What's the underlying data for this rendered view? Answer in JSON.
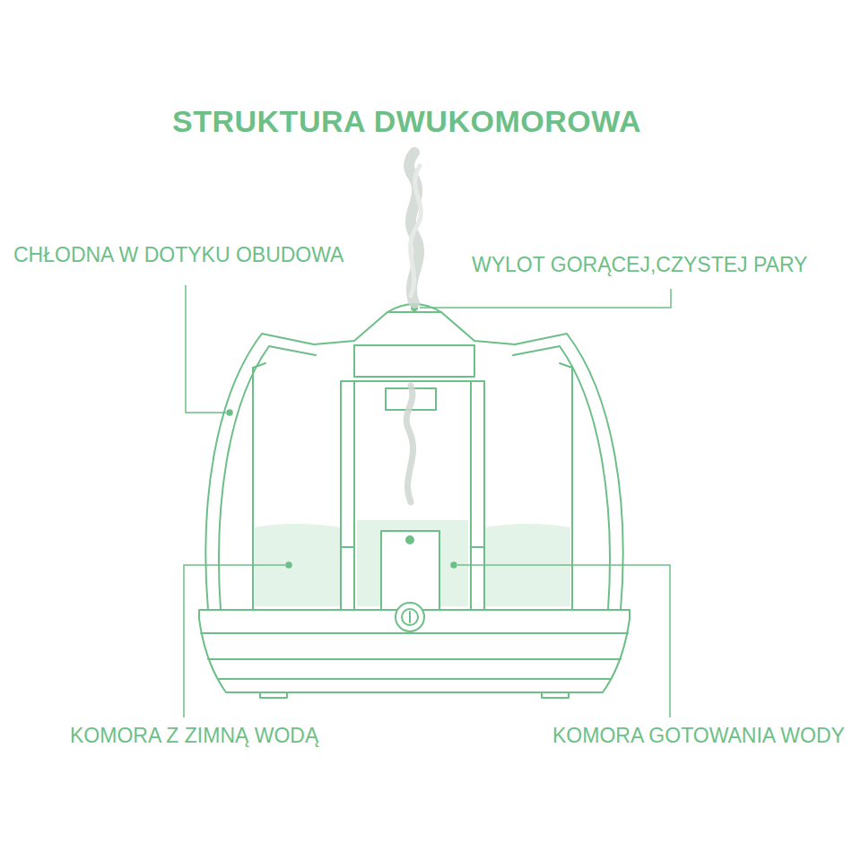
{
  "diagram": {
    "title": "STRUKTURA DWUKOMOROWA",
    "labels": [
      "CHŁODNA W DOTYKU OBUDOWA",
      "WYLOT GORĄCEJ,CZYSTEJ PARY",
      "KOMORA Z ZIMNĄ WODĄ",
      "KOMORA GOTOWANIA WODY"
    ]
  }
}
